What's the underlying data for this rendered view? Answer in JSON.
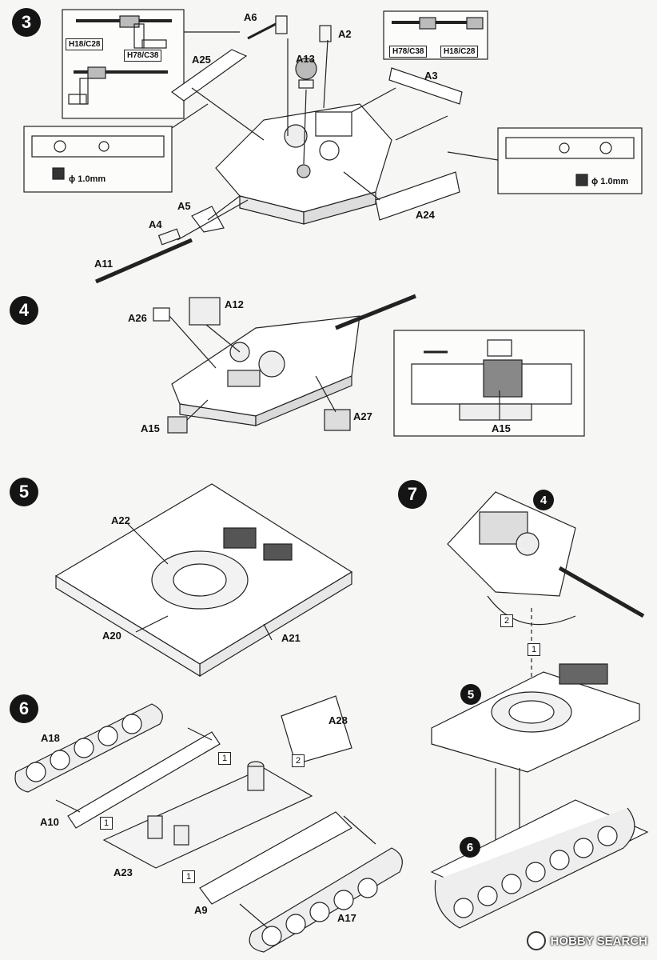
{
  "steps": {
    "s3": "3",
    "s4": "4",
    "s5": "5",
    "s6": "6",
    "s7": "7"
  },
  "step3": {
    "parts": [
      "A6",
      "A2",
      "A25",
      "A13",
      "A3",
      "A5",
      "A4",
      "A11",
      "A24"
    ],
    "inset_left_tags": [
      "H18/C28",
      "H78/C38"
    ],
    "inset_right_tags": [
      "H78/C38",
      "H18/C28"
    ],
    "drill_left": "ϕ 1.0mm",
    "drill_right": "ϕ 1.0mm"
  },
  "step4": {
    "parts": [
      "A26",
      "A12",
      "A15",
      "A27"
    ],
    "inset_label": "A15"
  },
  "step5": {
    "parts": [
      "A22",
      "A20",
      "A21"
    ]
  },
  "step6": {
    "parts": [
      "A18",
      "A28",
      "A10",
      "A23",
      "A9",
      "A17"
    ],
    "callouts": [
      "1",
      "2",
      "1",
      "1"
    ]
  },
  "step7": {
    "refs": [
      "4",
      "5",
      "6"
    ],
    "callouts": [
      "2",
      "1"
    ]
  },
  "watermark": "HOBBY SEARCH"
}
